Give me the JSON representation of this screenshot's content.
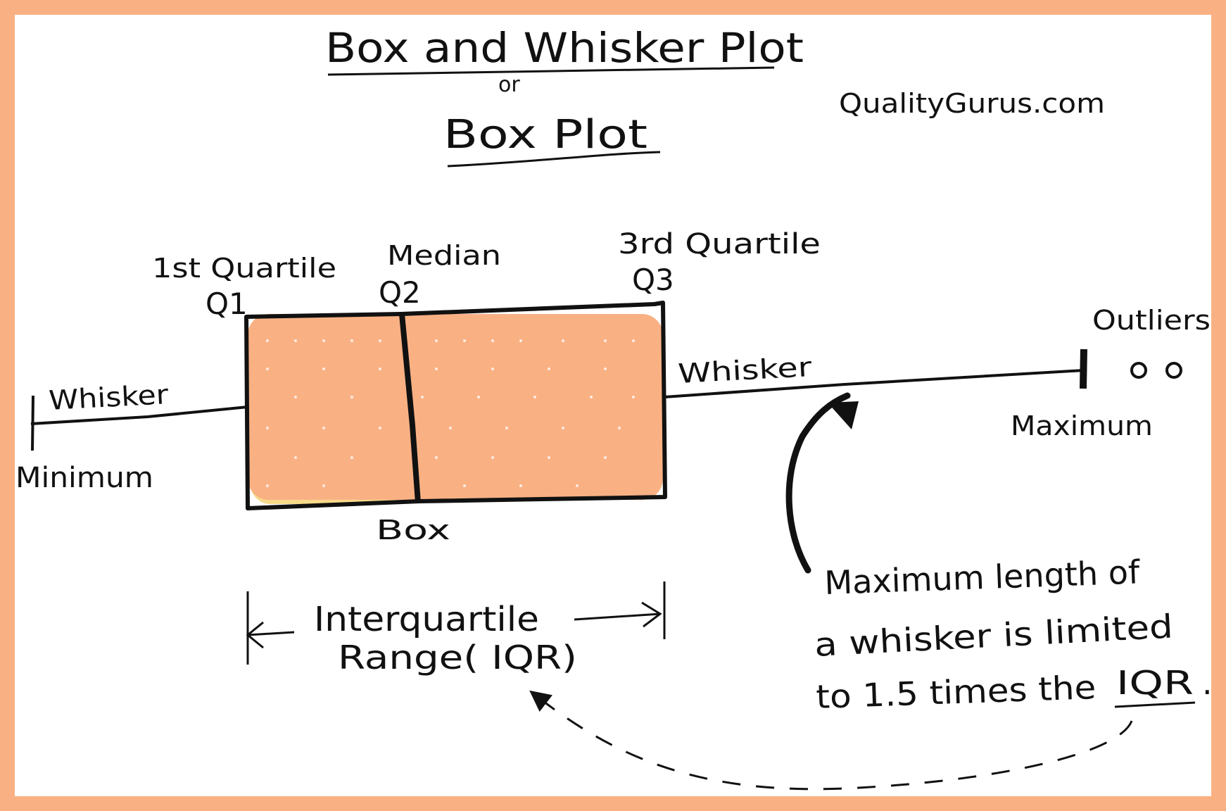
{
  "title": "Box and Whisker Plot",
  "connector": "or",
  "subtitle": "Box Plot",
  "brand": "QualityGurus.com",
  "labels": {
    "q1_name": "1st Quartile",
    "q1_code": "Q1",
    "median_name": "Median",
    "median_code": "Q2",
    "q3_name": "3rd Quartile",
    "q3_code": "Q3",
    "left_whisker": "Whisker",
    "right_whisker": "Whisker",
    "minimum": "Minimum",
    "maximum": "Maximum",
    "outliers": "Outliers",
    "box": "Box",
    "iqr_line1": "Interquartile",
    "iqr_line2": "Range( IQR)"
  },
  "note": {
    "line1": "Maximum length of",
    "line2": "a whisker is limited",
    "line3_prefix": "to 1.5 times the",
    "line3_key": "IQR",
    "line3_end": "."
  },
  "colors": {
    "frame": "#f9b184",
    "box_fill": "#f9b184",
    "box_highlight": "#f7d98a",
    "ink": "#111111"
  }
}
